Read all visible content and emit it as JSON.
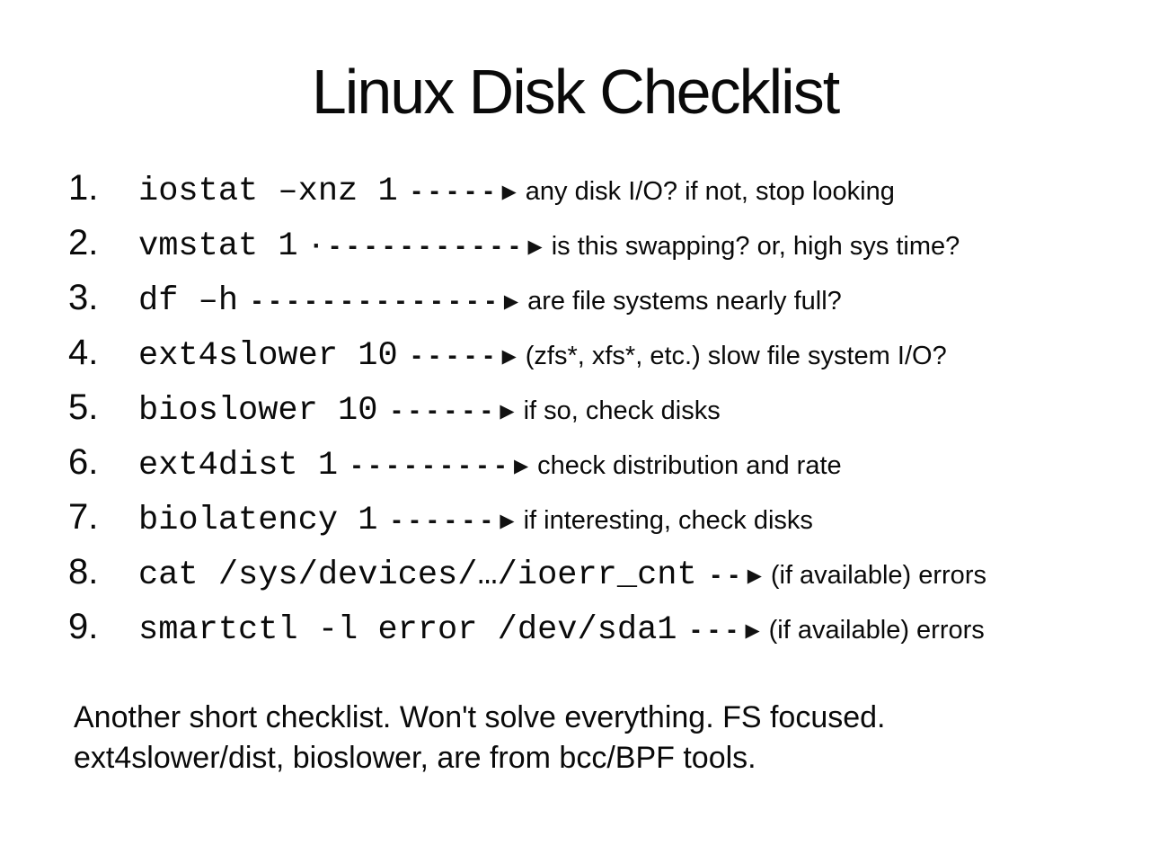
{
  "title": "Linux Disk Checklist",
  "glyphs": {
    "arrow_head": "▶"
  },
  "checklist": {
    "items": [
      {
        "number": "1.",
        "command": "iostat –xnz 1",
        "arrow_dashes": "-----",
        "description": "any disk I/O? if not, stop looking"
      },
      {
        "number": "2.",
        "command": "vmstat 1",
        "arrow_dashes": "·-----------",
        "description": "is this swapping? or, high sys time?"
      },
      {
        "number": "3.",
        "command": "df –h",
        "arrow_dashes": "--------------",
        "description": "are file systems nearly full?"
      },
      {
        "number": "4.",
        "command": "ext4slower 10",
        "arrow_dashes": "-----",
        "description": "(zfs*, xfs*, etc.) slow file system I/O?"
      },
      {
        "number": "5.",
        "command": "bioslower 10",
        "arrow_dashes": "------",
        "description": "if so, check disks"
      },
      {
        "number": "6.",
        "command": "ext4dist 1",
        "arrow_dashes": "---------",
        "description": "check distribution and rate"
      },
      {
        "number": "7.",
        "command": "biolatency 1",
        "arrow_dashes": "------",
        "description": "if interesting, check disks"
      },
      {
        "number": "8.",
        "command": "cat /sys/devices/…/ioerr_cnt",
        "arrow_dashes": "--",
        "description": "(if available) errors"
      },
      {
        "number": "9.",
        "command": "smartctl -l error /dev/sda1",
        "arrow_dashes": "---",
        "description": "(if available) errors"
      }
    ]
  },
  "footer": {
    "line1": "Another short checklist. Won't solve everything. FS focused.",
    "line2": "ext4slower/dist, bioslower, are from bcc/BPF tools."
  },
  "colors": {
    "background": "#ffffff",
    "text": "#0d0d0d"
  }
}
